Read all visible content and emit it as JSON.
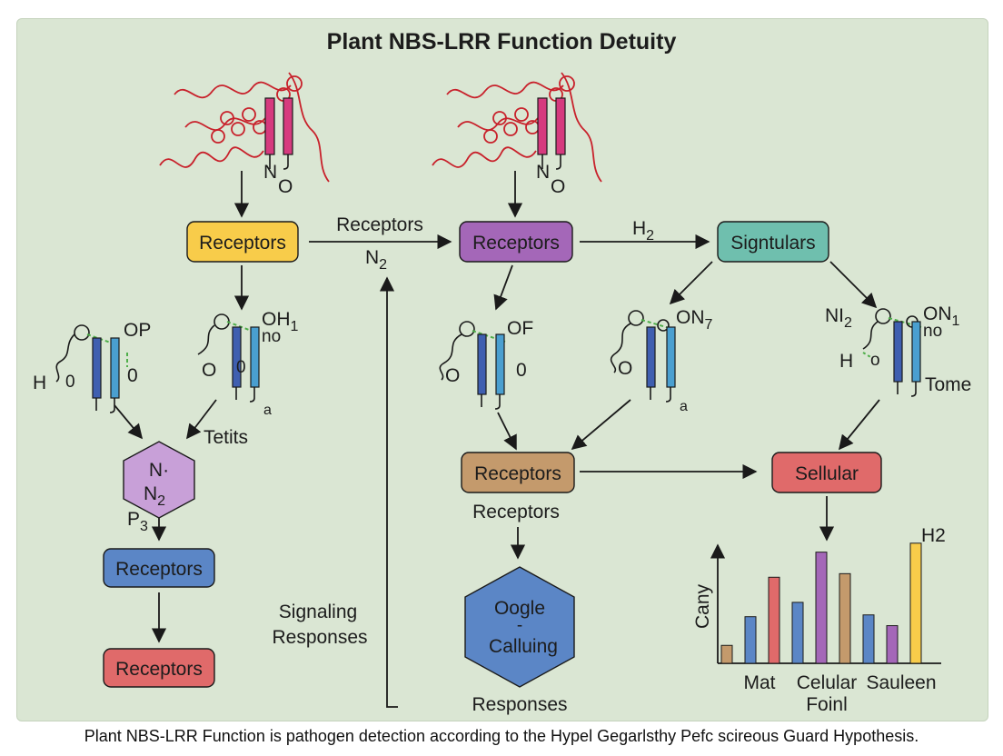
{
  "title": "Plant NBS-LRR Function Detuity",
  "caption": "Plant NBS-LRR Function is pathogen detection according to the Hypel Gegarlsthy Pefc scireous Guard Hypothesis.",
  "colors": {
    "background": "#dae6d3",
    "pathogen": "#c8212b",
    "receptor_pink": "#d63a7e",
    "receptor_blue": "#3f5fb0",
    "receptor_lightblue": "#4a9fd0",
    "dash_green": "#4fae4a"
  },
  "top_left": {
    "label_n": "N",
    "label_o": "O"
  },
  "top_mid": {
    "label_n": "N",
    "label_o": "O"
  },
  "nodes": {
    "receptors_yellow": {
      "text": "Receptors",
      "color": "#f8cc4a"
    },
    "receptors_purple": {
      "text": "Receptors",
      "color": "#a467b8"
    },
    "signtulars": {
      "text": "Signtulars",
      "color": "#6fbfae"
    },
    "n_hexagon": {
      "line1": "N·",
      "line2": "N",
      "sub2": "2",
      "color": "#c8a0d8"
    },
    "receptors_blue": {
      "text": "Receptors",
      "color": "#5b86c6"
    },
    "receptors_red": {
      "text": "Receptors",
      "color": "#e06a6a"
    },
    "receptors_brown": {
      "text": "Receptors",
      "color": "#c49a6c"
    },
    "sellular": {
      "text": "Sellular",
      "color": "#e06a6a"
    },
    "oogle_hexagon": {
      "line1": "Oogle",
      "line2": "-",
      "line3": "Calluing",
      "color": "#5b86c6"
    }
  },
  "edge_labels": {
    "receptors_mid": "Receptors",
    "n2": {
      "main": "N",
      "sub": "2"
    },
    "h2_edge": {
      "main": "H",
      "sub": "2"
    },
    "tetits": "Tetits",
    "p3": {
      "main": "P",
      "sub": "3"
    },
    "signaling_responses": [
      "Signaling",
      "Responses"
    ],
    "receptors_below_brown": "Receptors",
    "responses_bottom": "Responses"
  },
  "receptor_labels": {
    "r1": {
      "top": "OP",
      "left": "H",
      "side": "0",
      "bottom": "0"
    },
    "r2": {
      "top": "OH",
      "top_sub": "1",
      "no": "no",
      "o": "O",
      "small": "a",
      "mid": "0"
    },
    "r3": {
      "top": "OF",
      "bottom": "0",
      "o": "O"
    },
    "r4": {
      "top": "ON",
      "top_sub": "7",
      "o": "O",
      "small": "a"
    },
    "r5": {
      "left_top": "NI",
      "left_sub": "2",
      "top": "ON",
      "top_sub": "1",
      "no": "no",
      "left": "H",
      "o": "o",
      "tome": "Tome"
    }
  },
  "chart_data": {
    "type": "bar",
    "ylabel": "Cany",
    "categories": [
      "Mat",
      "Celular",
      "Sauleen"
    ],
    "xlabel": "Foinl",
    "top_label": "H2",
    "bar_values": [
      1.0,
      2.6,
      4.8,
      3.4,
      6.2,
      5.0,
      2.7,
      2.1,
      6.7
    ],
    "bar_colors": [
      "#c49a6c",
      "#5b86c6",
      "#e06a6a",
      "#5b86c6",
      "#a467b8",
      "#c49a6c",
      "#5b86c6",
      "#a467b8",
      "#f8cc4a"
    ],
    "ylim": [
      0,
      7.5
    ]
  }
}
